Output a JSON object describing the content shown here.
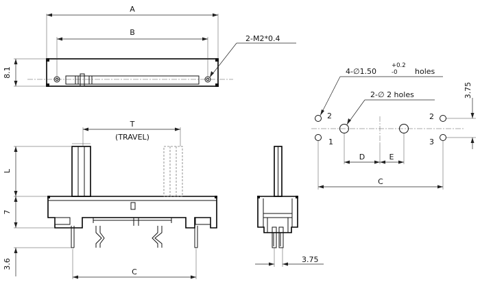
{
  "dimensions": {
    "a": "A",
    "b": "B",
    "thread": "2-M2*0.4",
    "height_top": "8.1",
    "travel_t": "T",
    "travel_word": "(TRAVEL)",
    "l": "L",
    "seven": "7",
    "three_six": "3.6",
    "c_front": "C",
    "side_width": "3.75",
    "holes_small_prefix": "4-",
    "holes_small_dia": "1.50",
    "tol_plus": "+0.2",
    "tol_minus": "-0",
    "holes_word": "holes",
    "holes_large_label": "2-",
    "holes_large_dia": "2 holes",
    "pitch": "3.75",
    "d": "D",
    "e": "E",
    "c_pcb": "C"
  },
  "pins": {
    "left_top": "2",
    "left_bottom": "1",
    "right_top": "2",
    "right_bottom": "3"
  }
}
